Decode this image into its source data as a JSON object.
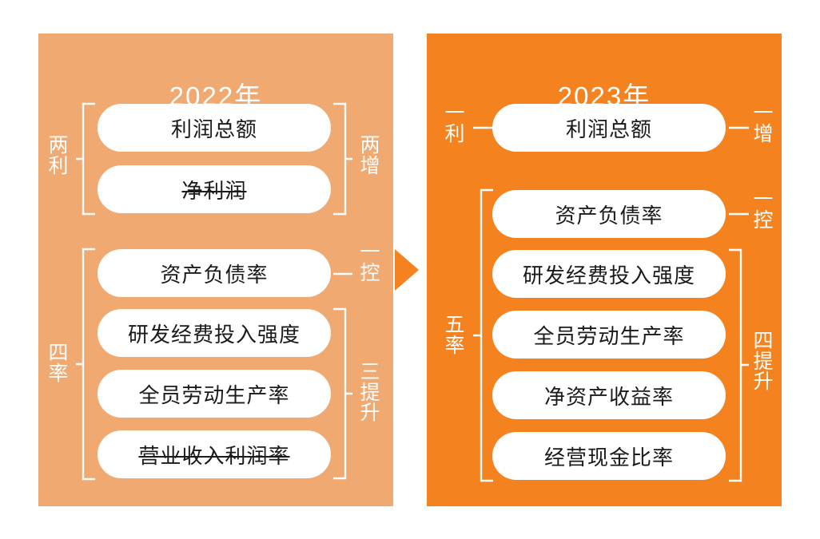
{
  "meta": {
    "diagram_type": "comparison-tree",
    "colors": {
      "panel_2022_bg": "#EFA971",
      "panel_2023_bg": "#F4821F",
      "pill_bg": "#FFFFFF",
      "pill_text": "#1A1A1A",
      "label_text": "#FFFFFF",
      "arrow": "#F4821F",
      "page_bg": "#FFFFFF"
    }
  },
  "arrow": {
    "name": "transition-arrow",
    "direction": "right"
  },
  "panels": [
    {
      "id": "panel-2022",
      "title": "2022年",
      "left_labels": [
        {
          "id": "two-profits",
          "text": "两利",
          "lines": [
            "两",
            "利"
          ],
          "type": "bracket",
          "covers": [
            "利润总额",
            "净利润"
          ]
        },
        {
          "id": "four-rates",
          "text": "四率",
          "lines": [
            "四",
            "率"
          ],
          "type": "bracket",
          "covers": [
            "资产负债率",
            "研发经费投入强度",
            "全员劳动生产率",
            "营业收入利润率"
          ]
        }
      ],
      "right_labels": [
        {
          "id": "two-increases",
          "text": "两增",
          "lines": [
            "两",
            "增"
          ],
          "type": "bracket",
          "covers": [
            "利润总额",
            "净利润"
          ]
        },
        {
          "id": "one-control",
          "text": "一控",
          "lines": [
            "一",
            "控"
          ],
          "type": "connector",
          "covers": [
            "资产负债率"
          ]
        },
        {
          "id": "three-improvements",
          "text": "三提升",
          "lines": [
            "三",
            "提",
            "升"
          ],
          "type": "bracket",
          "covers": [
            "研发经费投入强度",
            "全员劳动生产率",
            "营业收入利润率"
          ]
        }
      ],
      "items": [
        {
          "id": "p22-item-1",
          "label": "利润总额",
          "struck": false
        },
        {
          "id": "p22-item-2",
          "label": "净利润",
          "struck": true
        },
        {
          "id": "p22-item-3",
          "label": "资产负债率",
          "struck": false
        },
        {
          "id": "p22-item-4",
          "label": "研发经费投入强度",
          "struck": false
        },
        {
          "id": "p22-item-5",
          "label": "全员劳动生产率",
          "struck": false
        },
        {
          "id": "p22-item-6",
          "label": "营业收入利润率",
          "struck": true
        }
      ]
    },
    {
      "id": "panel-2023",
      "title": "2023年",
      "left_labels": [
        {
          "id": "one-profit",
          "text": "一利",
          "lines": [
            "一",
            "利"
          ],
          "type": "connector",
          "covers": [
            "利润总额"
          ]
        },
        {
          "id": "five-rates",
          "text": "五率",
          "lines": [
            "五",
            "率"
          ],
          "type": "bracket",
          "covers": [
            "资产负债率",
            "研发经费投入强度",
            "全员劳动生产率",
            "净资产收益率",
            "经营现金比率"
          ]
        }
      ],
      "right_labels": [
        {
          "id": "one-increase",
          "text": "一增",
          "lines": [
            "一",
            "增"
          ],
          "type": "connector",
          "covers": [
            "利润总额"
          ]
        },
        {
          "id": "one-control",
          "text": "一控",
          "lines": [
            "一",
            "控"
          ],
          "type": "connector",
          "covers": [
            "资产负债率"
          ]
        },
        {
          "id": "four-improvements",
          "text": "四提升",
          "lines": [
            "四",
            "提",
            "升"
          ],
          "type": "bracket",
          "covers": [
            "研发经费投入强度",
            "全员劳动生产率",
            "净资产收益率",
            "经营现金比率"
          ]
        }
      ],
      "items": [
        {
          "id": "p23-item-1",
          "label": "利润总额",
          "struck": false
        },
        {
          "id": "p23-item-2",
          "label": "资产负债率",
          "struck": false
        },
        {
          "id": "p23-item-3",
          "label": "研发经费投入强度",
          "struck": false
        },
        {
          "id": "p23-item-4",
          "label": "全员劳动生产率",
          "struck": false
        },
        {
          "id": "p23-item-5",
          "label": "净资产收益率",
          "struck": false
        },
        {
          "id": "p23-item-6",
          "label": "经营现金比率",
          "struck": false
        }
      ]
    }
  ]
}
